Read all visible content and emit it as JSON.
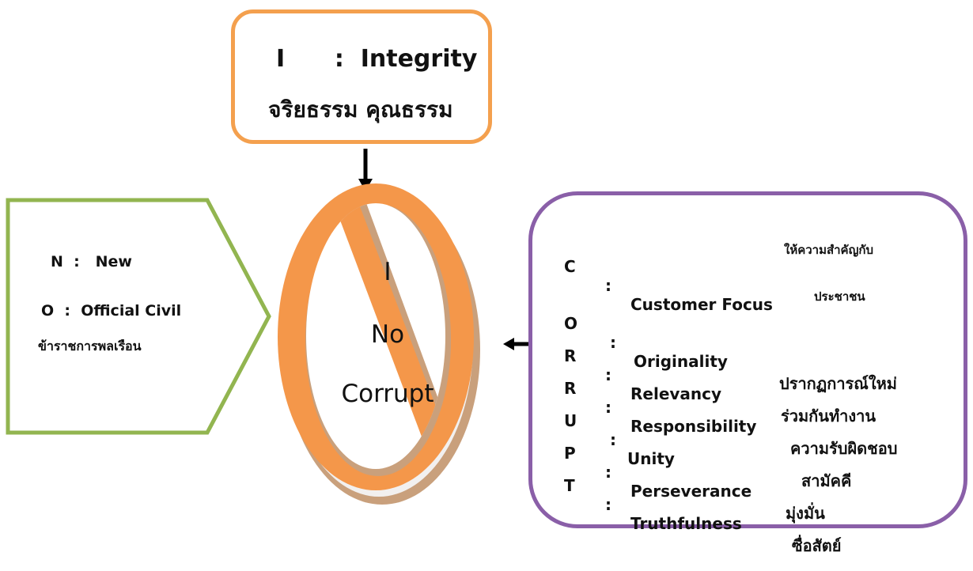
{
  "top": {
    "line1": "I      :  Integrity",
    "line2": "จริยธรรม คุณธรรม"
  },
  "left": {
    "n": "N  :   New",
    "o": "O  :  Official Civil",
    "thai": "ข้าราชการพลเรือน"
  },
  "center": {
    "letter": "I",
    "word1": "No",
    "word2": "Corrupt"
  },
  "right": {
    "rows": [
      {
        "letter": "C",
        "colon": ":",
        "word": "Customer Focus",
        "thai": "ให้ความสำคัญกับ"
      },
      {
        "letter": "",
        "colon": "",
        "word": "",
        "thai": "ประชาชน"
      },
      {
        "letter": "O",
        "colon": ":",
        "word": "Originality",
        "thai": "ปรากฏการณ์ใหม่"
      },
      {
        "letter": "R",
        "colon": ":",
        "word": "Relevancy",
        "thai": "ร่วมกันทำงาน"
      },
      {
        "letter": "R",
        "colon": ":",
        "word": "Responsibility",
        "thai": "ความรับผิดชอบ"
      },
      {
        "letter": "U",
        "colon": ":",
        "word": "Unity",
        "thai": "สามัคคี"
      },
      {
        "letter": "P",
        "colon": ":",
        "word": "Perseverance",
        "thai": "มุ่งมั่น"
      },
      {
        "letter": "T",
        "colon": ":",
        "word": "Truthfulness",
        "thai": "ซื่อสัตย์"
      }
    ]
  },
  "colors": {
    "orange": "#f4974a",
    "green": "#92b550",
    "purple": "#8a5fa8",
    "tan": "#c9a07c"
  }
}
